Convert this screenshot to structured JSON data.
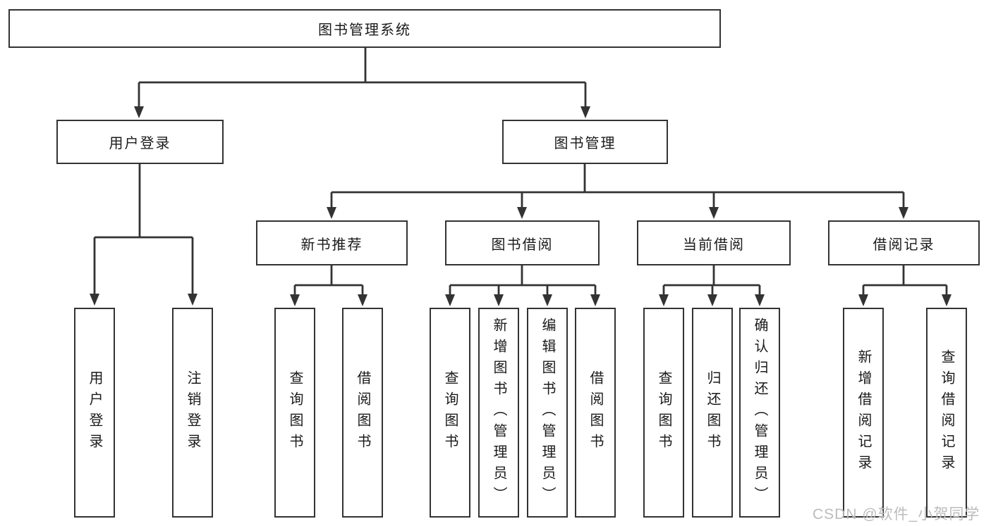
{
  "diagram": {
    "root": {
      "label": "图书管理系统"
    },
    "user_login": {
      "label": "用户登录",
      "children": [
        {
          "label": "用户登录"
        },
        {
          "label": "注销登录"
        }
      ]
    },
    "book_mgmt": {
      "label": "图书管理",
      "groups": [
        {
          "label": "新书推荐",
          "children": [
            {
              "label": "查询图书"
            },
            {
              "label": "借阅图书"
            }
          ]
        },
        {
          "label": "图书借阅",
          "children": [
            {
              "label": "查询图书"
            },
            {
              "label": "新增图书（管理员）"
            },
            {
              "label": "编辑图书（管理员）"
            },
            {
              "label": "借阅图书"
            }
          ]
        },
        {
          "label": "当前借阅",
          "children": [
            {
              "label": "查询图书"
            },
            {
              "label": "归还图书"
            },
            {
              "label": "确认归还（管理员）"
            }
          ]
        },
        {
          "label": "借阅记录",
          "children": [
            {
              "label": "新增借阅记录"
            },
            {
              "label": "查询借阅记录"
            }
          ]
        }
      ]
    }
  },
  "watermark": "CSDN @软件_小贺同学",
  "colors": {
    "line": "#333333",
    "text": "#1a1a1a",
    "background": "#ffffff",
    "watermark": "#bcbcbc"
  }
}
